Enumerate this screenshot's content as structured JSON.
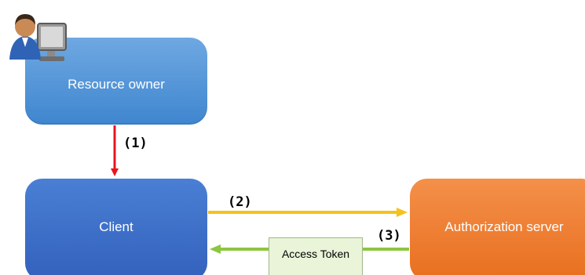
{
  "nodes": {
    "resource_owner": "Resource owner",
    "client": "Client",
    "authorization_server": "Authorization server"
  },
  "steps": {
    "step_1": "(1)",
    "step_2": "(2)",
    "step_3": "(3)"
  },
  "token": {
    "label": "Access Token"
  },
  "colors": {
    "arrow_1": "#e8141c",
    "arrow_2": "#f6c21a",
    "arrow_3": "#8dc63f"
  },
  "icons": {
    "avatar": "user-at-computer-icon"
  }
}
